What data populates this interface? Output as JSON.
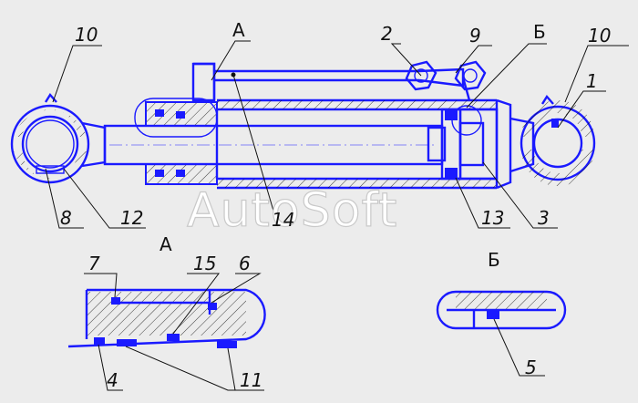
{
  "watermark": "AutoSoft",
  "section_labels": {
    "a_main": "А",
    "b_main": "Б",
    "a_detail": "А",
    "b_detail": "Б"
  },
  "callouts": {
    "c1": "1",
    "c2": "2",
    "c3": "3",
    "c4": "4",
    "c5": "5",
    "c6": "6",
    "c7": "7",
    "c8": "8",
    "c9": "9",
    "c10_left": "10",
    "c10_right": "10",
    "c11": "11",
    "c12": "12",
    "c13": "13",
    "c14": "14",
    "c15": "15"
  },
  "colors": {
    "outline": "#1a1aff",
    "leader": "#111111",
    "background": "#ececec"
  }
}
